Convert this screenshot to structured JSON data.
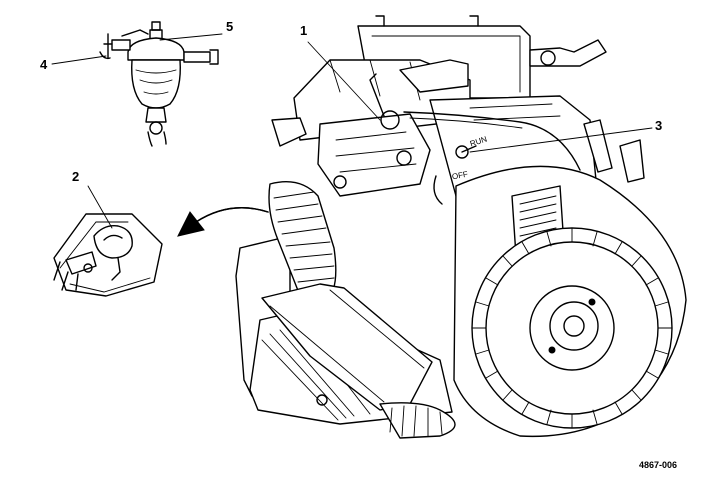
{
  "callouts": {
    "c1": "1",
    "c2": "2",
    "c3": "3",
    "c4": "4",
    "c5": "5"
  },
  "switch_labels": {
    "run": "RUN",
    "off": "OFF"
  },
  "figure_id": "4867-006"
}
